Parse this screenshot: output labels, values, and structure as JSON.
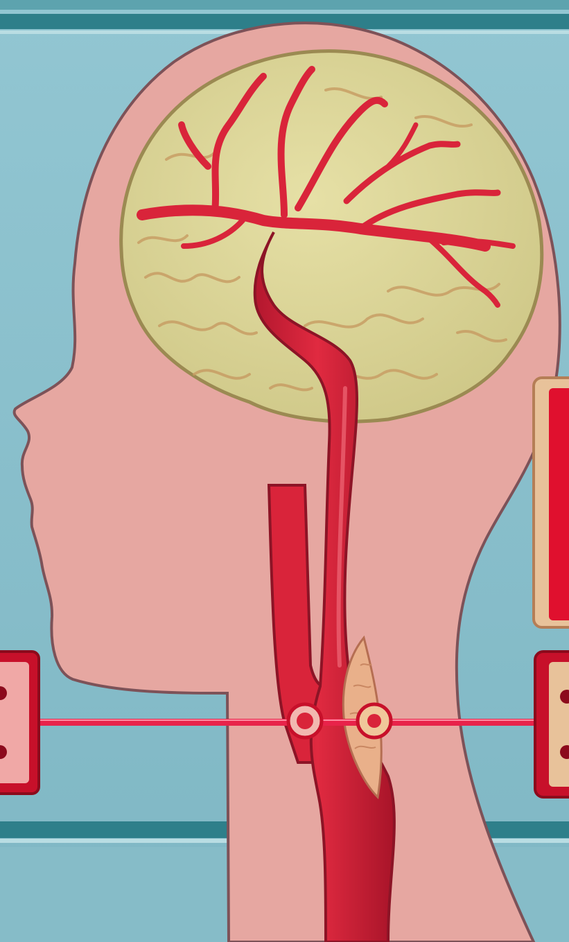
{
  "colors": {
    "background": "#8fc3cf",
    "background_band": "#2e7f8a",
    "head_silhouette": "#e5a6a0",
    "head_outline": "#8a5b60",
    "brain": "#dcd59a",
    "brain_folds": "#c9a26a",
    "artery": "#d9243a",
    "artery_dark": "#a3142a",
    "plaque": "#e9b08a",
    "callout_frame": "#c7102a",
    "callout_fill": "#e8c29a",
    "connector_line": "#e8234a",
    "marker_ring": "#f2b8b0"
  },
  "illustration": {
    "subject": "head-profile",
    "structures": [
      "brain",
      "cerebral-arteries",
      "carotid-artery",
      "jugular-vein",
      "plaque-deposit"
    ],
    "markers": 2,
    "callouts": 3
  }
}
